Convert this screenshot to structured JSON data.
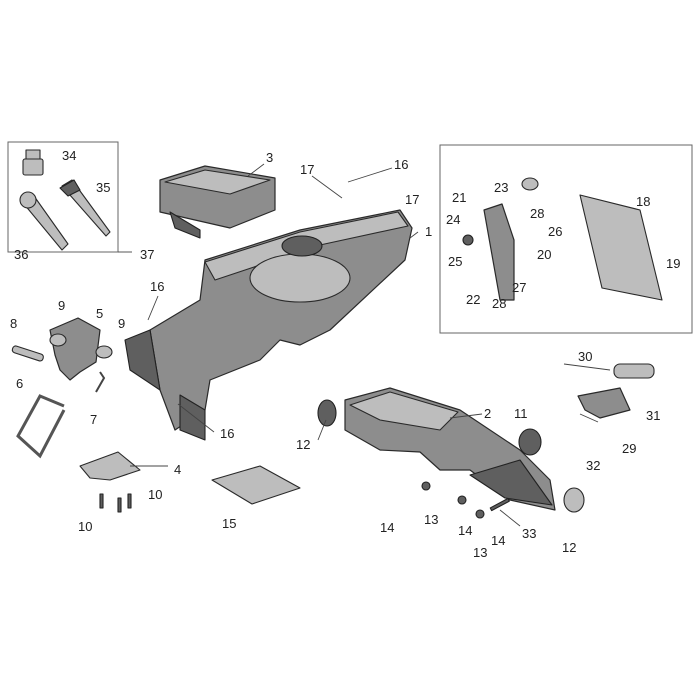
{
  "diagram": {
    "callouts": {
      "c1": "1",
      "c2": "2",
      "c3": "3",
      "c4": "4",
      "c5": "5",
      "c6": "6",
      "c7": "7",
      "c8": "8",
      "c9a": "9",
      "c9b": "9",
      "c10a": "10",
      "c10b": "10",
      "c11": "11",
      "c12a": "12",
      "c12b": "12",
      "c13a": "13",
      "c13b": "13",
      "c14a": "14",
      "c14b": "14",
      "c14c": "14",
      "c15": "15",
      "c16a": "16",
      "c16b": "16",
      "c16c": "16",
      "c17a": "17",
      "c17b": "17",
      "c18": "18",
      "c19": "19",
      "c20": "20",
      "c21": "21",
      "c22": "22",
      "c23": "23",
      "c24": "24",
      "c25": "25",
      "c26": "26",
      "c27": "27",
      "c28a": "28",
      "c28b": "28",
      "c29": "29",
      "c30": "30",
      "c31": "31",
      "c32": "32",
      "c33": "33",
      "c34": "34",
      "c35": "35",
      "c36": "36",
      "c37": "37"
    },
    "colors": {
      "part_fill": "#8d8d8d",
      "part_light": "#bdbdbd",
      "part_dark": "#5f5f5f",
      "line": "#2a2a2a"
    }
  }
}
